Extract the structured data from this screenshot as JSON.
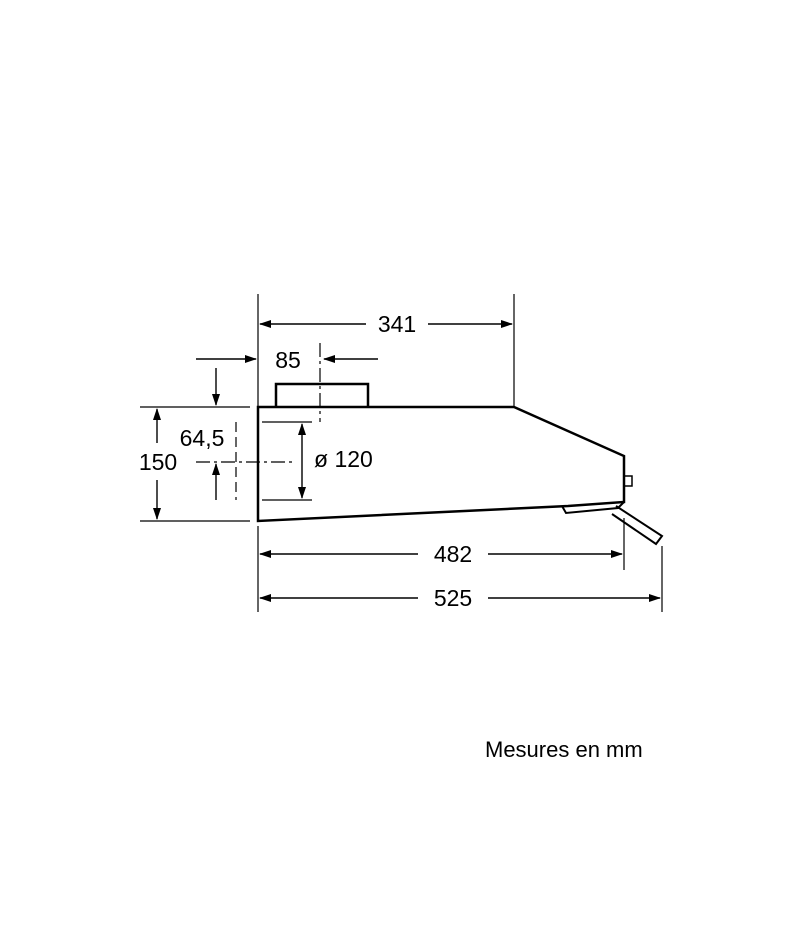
{
  "diagram": {
    "dimensions": {
      "top_depth": "341",
      "outlet_offset": "85",
      "outlet_height": "64,5",
      "total_height": "150",
      "outlet_diameter": "ø 120",
      "depth_482": "482",
      "depth_525": "525"
    },
    "units_note": "Mesures en mm"
  }
}
